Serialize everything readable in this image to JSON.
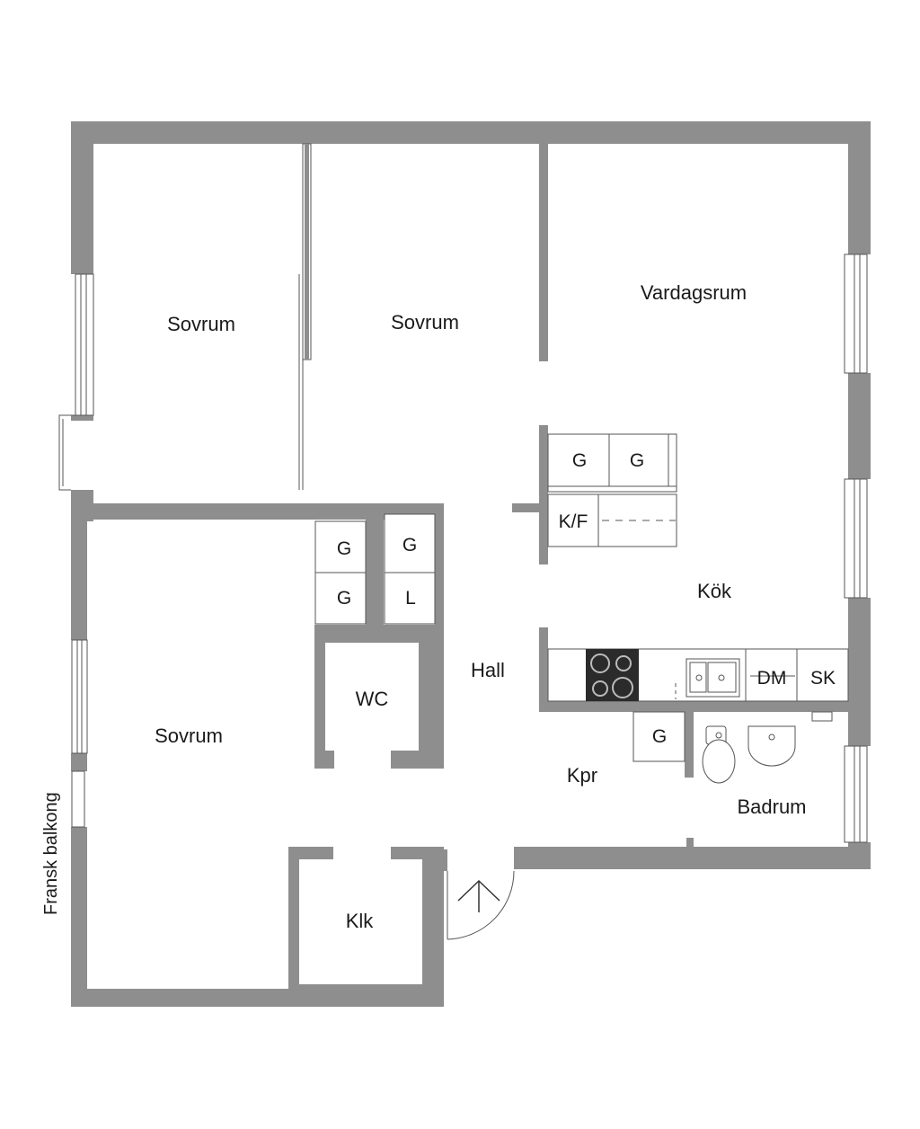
{
  "rooms": {
    "sovrum_1": "Sovrum",
    "sovrum_2": "Sovrum",
    "vardagsrum": "Vardagsrum",
    "sovrum_3": "Sovrum",
    "kok": "Kök",
    "hall": "Hall",
    "wc": "WC",
    "kpr": "Kpr",
    "badrum": "Badrum",
    "klk": "Klk"
  },
  "fixtures": {
    "kitchen_g1": "G",
    "kitchen_g2": "G",
    "kf": "K/F",
    "hall_g1": "G",
    "hall_g2": "G",
    "hall_g3": "G",
    "hall_l": "L",
    "dm": "DM",
    "sk": "SK",
    "kpr_g": "G"
  },
  "balcony_label": "Fransk balkong",
  "colors": {
    "wall": "#8e8e8e",
    "stove": "#2b2b2b",
    "background": "#ffffff"
  }
}
